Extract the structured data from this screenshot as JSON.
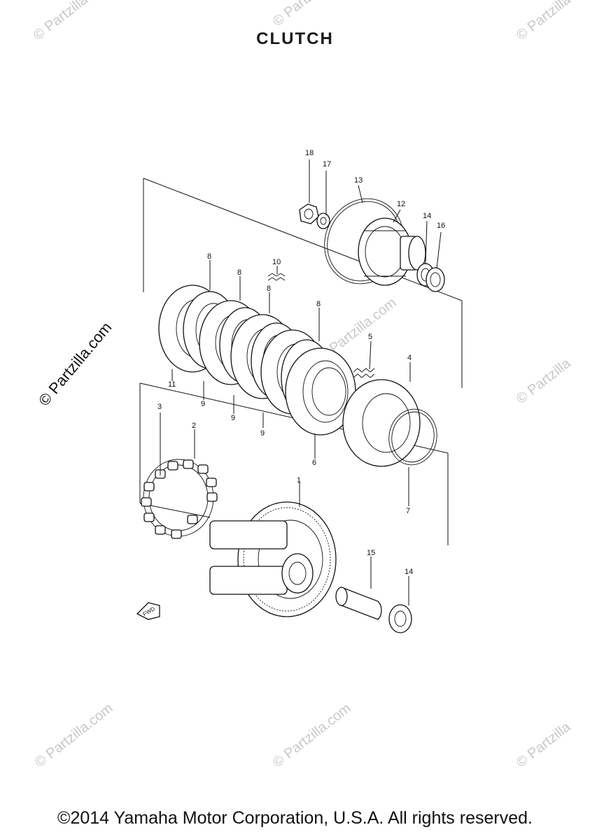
{
  "title": "CLUTCH",
  "footer": "©2014 Yamaha Motor Corporation, U.S.A. All rights reserved.",
  "watermark": "© Partzilla",
  "watermark_full": "© Partzilla.com",
  "fwd_label": "FWD",
  "callouts": [
    "1",
    "2",
    "3",
    "4",
    "5",
    "6",
    "7",
    "8",
    "8",
    "8",
    "8",
    "9",
    "9",
    "9",
    "10",
    "11",
    "12",
    "13",
    "14",
    "14",
    "15",
    "16",
    "17",
    "18"
  ]
}
